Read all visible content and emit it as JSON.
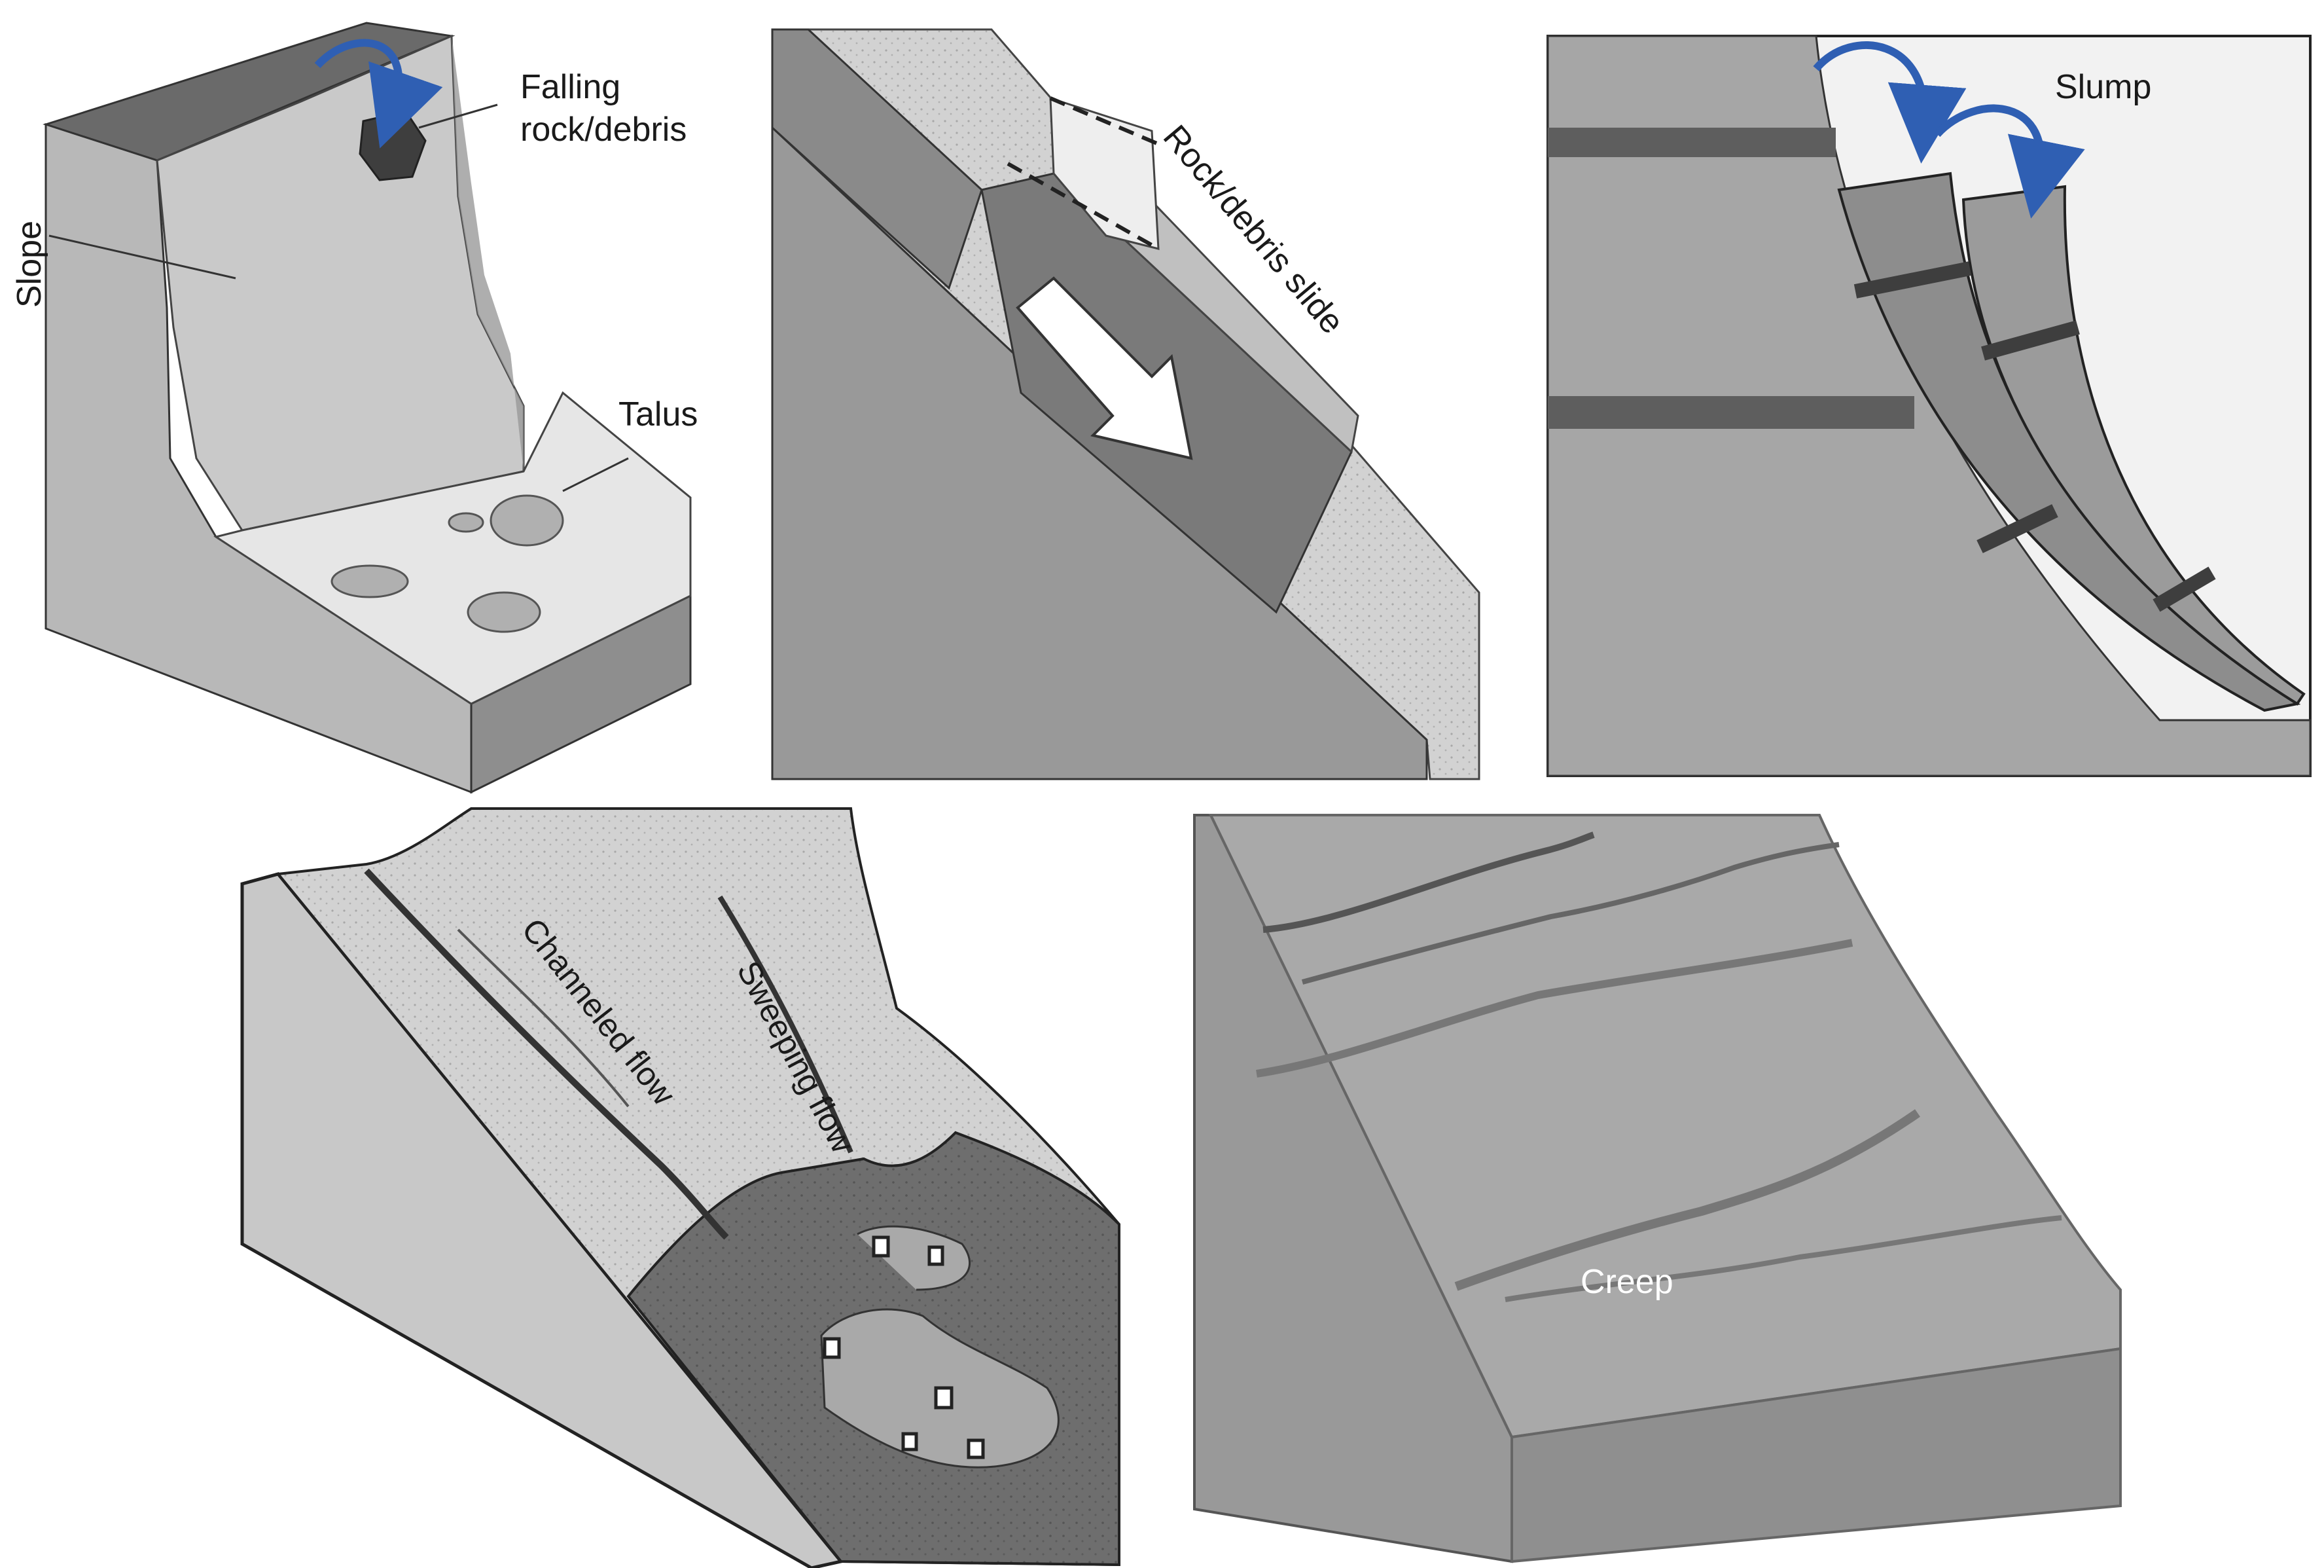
{
  "panels": {
    "rockfall": {
      "label_falling_1": "Falling",
      "label_falling_2": "rock/debris",
      "label_slope": "Slope",
      "label_talus": "Talus"
    },
    "slide": {
      "label": "Rock/debris slide"
    },
    "slump": {
      "label": "Slump"
    },
    "flow": {
      "label_channeled": "Channeled flow",
      "label_sweeping": "Sweeping flow"
    },
    "creep": {
      "label": "Creep"
    }
  },
  "colors": {
    "arrow_blue": "#2f5fb3",
    "dark_gray": "#5a5a5a",
    "mid_gray": "#8c8c8c",
    "light_gray": "#c4c4c4"
  }
}
